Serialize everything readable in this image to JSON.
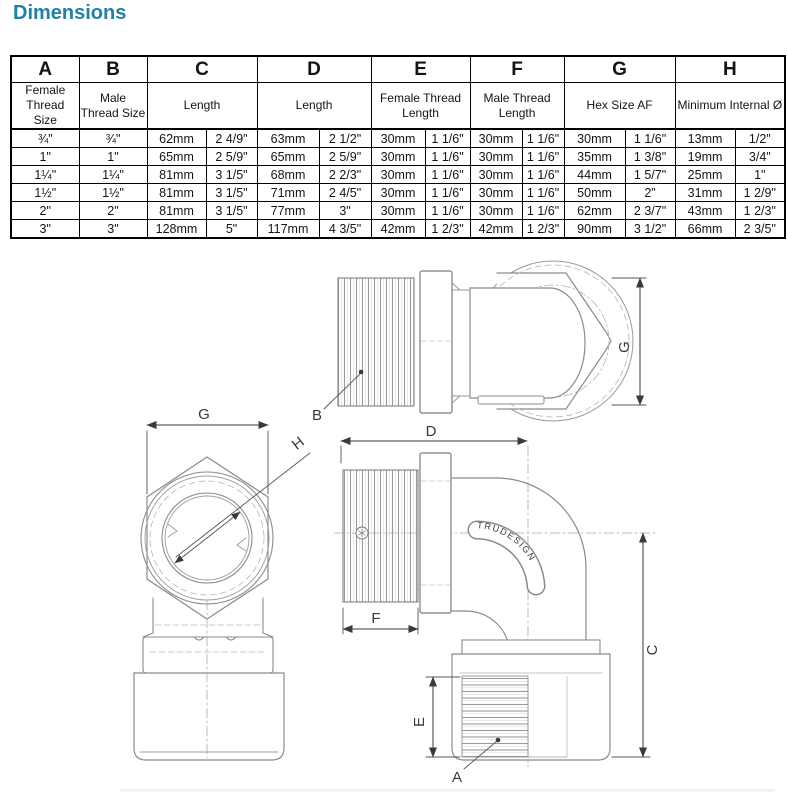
{
  "title": "Dimensions",
  "table": {
    "col_letters": [
      "A",
      "B",
      "C",
      "D",
      "E",
      "F",
      "G",
      "H"
    ],
    "col_descs": [
      "Female Thread Size",
      "Male Thread Size",
      "Length",
      "Length",
      "Female Thread Length",
      "Male Thread Length",
      "Hex Size AF",
      "Minimum Internal Ø"
    ],
    "rows": [
      [
        "¾\"",
        "¾\"",
        "62mm",
        "2 4/9\"",
        "63mm",
        "2 1/2\"",
        "30mm",
        "1 1/6\"",
        "30mm",
        "1 1/6\"",
        "30mm",
        "1 1/6\"",
        "13mm",
        "1/2\""
      ],
      [
        "1\"",
        "1\"",
        "65mm",
        "2 5/9\"",
        "65mm",
        "2 5/9\"",
        "30mm",
        "1 1/6\"",
        "30mm",
        "1 1/6\"",
        "35mm",
        "1 3/8\"",
        "19mm",
        "3/4\""
      ],
      [
        "1¼\"",
        "1¼\"",
        "81mm",
        "3 1/5\"",
        "68mm",
        "2 2/3\"",
        "30mm",
        "1 1/6\"",
        "30mm",
        "1 1/6\"",
        "44mm",
        "1 5/7\"",
        "25mm",
        "1\""
      ],
      [
        "1½\"",
        "1½\"",
        "81mm",
        "3 1/5\"",
        "71mm",
        "2 4/5\"",
        "30mm",
        "1 1/6\"",
        "30mm",
        "1 1/6\"",
        "50mm",
        "2\"",
        "31mm",
        "1 2/9\""
      ],
      [
        "2\"",
        "2\"",
        "81mm",
        "3 1/5\"",
        "77mm",
        "3\"",
        "30mm",
        "1 1/6\"",
        "30mm",
        "1 1/6\"",
        "62mm",
        "2 3/7\"",
        "43mm",
        "1 2/3\""
      ],
      [
        "3\"",
        "3\"",
        "128mm",
        "5\"",
        "117mm",
        "4 3/5\"",
        "42mm",
        "1 2/3\"",
        "42mm",
        "1 2/3\"",
        "90mm",
        "3 1/2\"",
        "66mm",
        "2 3/5\""
      ]
    ]
  },
  "drawing": {
    "brand": "TRUDESIGN",
    "labels": {
      "a": "A",
      "b": "B",
      "c": "C",
      "d": "D",
      "e": "E",
      "f": "F",
      "g": "G",
      "h": "H"
    }
  }
}
